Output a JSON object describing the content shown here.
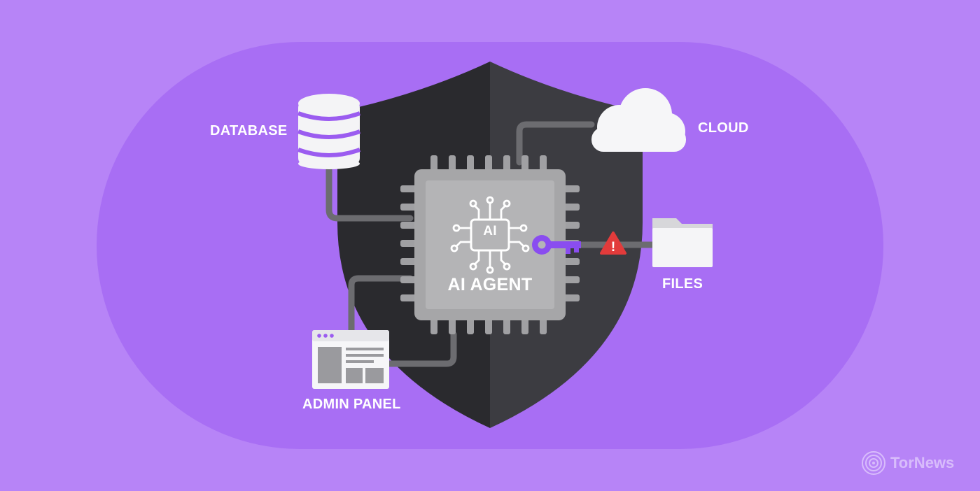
{
  "colors": {
    "background": "#b784f7",
    "pill": "#a86ef4",
    "shield_left": "#2a2a2e",
    "shield_right": "#3b3b40",
    "chip": "#a6a6a8",
    "chip_inner": "#b4b4b6",
    "connector": "#6c6c70",
    "key": "#8a4df0",
    "warning": "#e23b3b",
    "node": "#f4f4f6",
    "label": "#ffffff"
  },
  "nodes": {
    "database": {
      "label": "DATABASE",
      "icon": "database-icon"
    },
    "cloud": {
      "label": "CLOUD",
      "icon": "cloud-icon"
    },
    "files": {
      "label": "FILES",
      "icon": "folder-icon"
    },
    "admin_panel": {
      "label": "ADMIN PANEL",
      "icon": "browser-window-icon"
    }
  },
  "center": {
    "chip_label": "AI AGENT",
    "chip_badge": "AI",
    "chip_icon": "cpu-chip-icon",
    "shield_icon": "shield-icon"
  },
  "alerts": {
    "key_icon": "key-icon",
    "warning_icon": "warning-icon",
    "warning_glyph": "!"
  },
  "watermark": {
    "text": "TorNews",
    "icon": "tornews-logo-icon"
  }
}
